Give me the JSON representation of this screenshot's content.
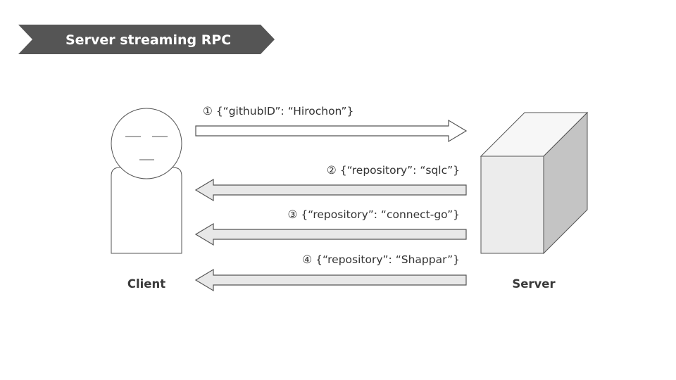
{
  "title": "Server streaming RPC",
  "client_label": "Client",
  "server_label": "Server",
  "messages": [
    {
      "text": "① {“githubID”: “Hirochon”}",
      "direction": "client-to-server"
    },
    {
      "text": "② {“repository”: “sqlc”}",
      "direction": "server-to-client"
    },
    {
      "text": "③ {“repository”: “connect-go”}",
      "direction": "server-to-client"
    },
    {
      "text": "④ {“repository”: “Shappar”}",
      "direction": "server-to-client"
    }
  ],
  "colors": {
    "banner": "#555555",
    "arrow_fill_request": "#ffffff",
    "arrow_fill_response": "#e8e8e8",
    "stroke": "#555555",
    "server_front": "#ececec",
    "server_top": "#f7f7f7",
    "server_side": "#c4c4c4"
  }
}
